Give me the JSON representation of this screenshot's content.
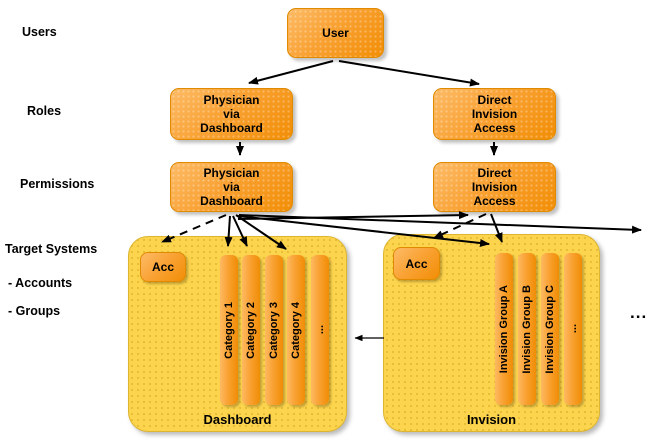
{
  "colors": {
    "box_orange_light": "#fdbb66",
    "box_orange_dark": "#f28e06",
    "box_border": "#e08a00",
    "panel_yellow": "#fcd44e",
    "panel_border": "#ddb52f",
    "arrow": "#000000",
    "text": "#000000"
  },
  "row_labels": {
    "users": "Users",
    "roles": "Roles",
    "permissions": "Permissions",
    "target_systems": "Target Systems",
    "accounts": "- Accounts",
    "groups": "- Groups"
  },
  "user_box": {
    "label": "User"
  },
  "roles": {
    "left": "Physician\nvia\nDashboard",
    "right": "Direct\nInvision\nAccess"
  },
  "permissions": {
    "left": "Physician\nvia\nDashboard",
    "right": "Direct\nInvision\nAccess"
  },
  "dashboard": {
    "title": "Dashboard",
    "acc": "Acc",
    "bars": [
      "Category 1",
      "Category 2",
      "Category 3",
      "Category 4",
      "..."
    ]
  },
  "invision": {
    "title": "Invision",
    "acc": "Acc",
    "bars": [
      "Invision Group A",
      "Invision Group B",
      "Invision Group C",
      "..."
    ]
  },
  "more_indicator": "..."
}
